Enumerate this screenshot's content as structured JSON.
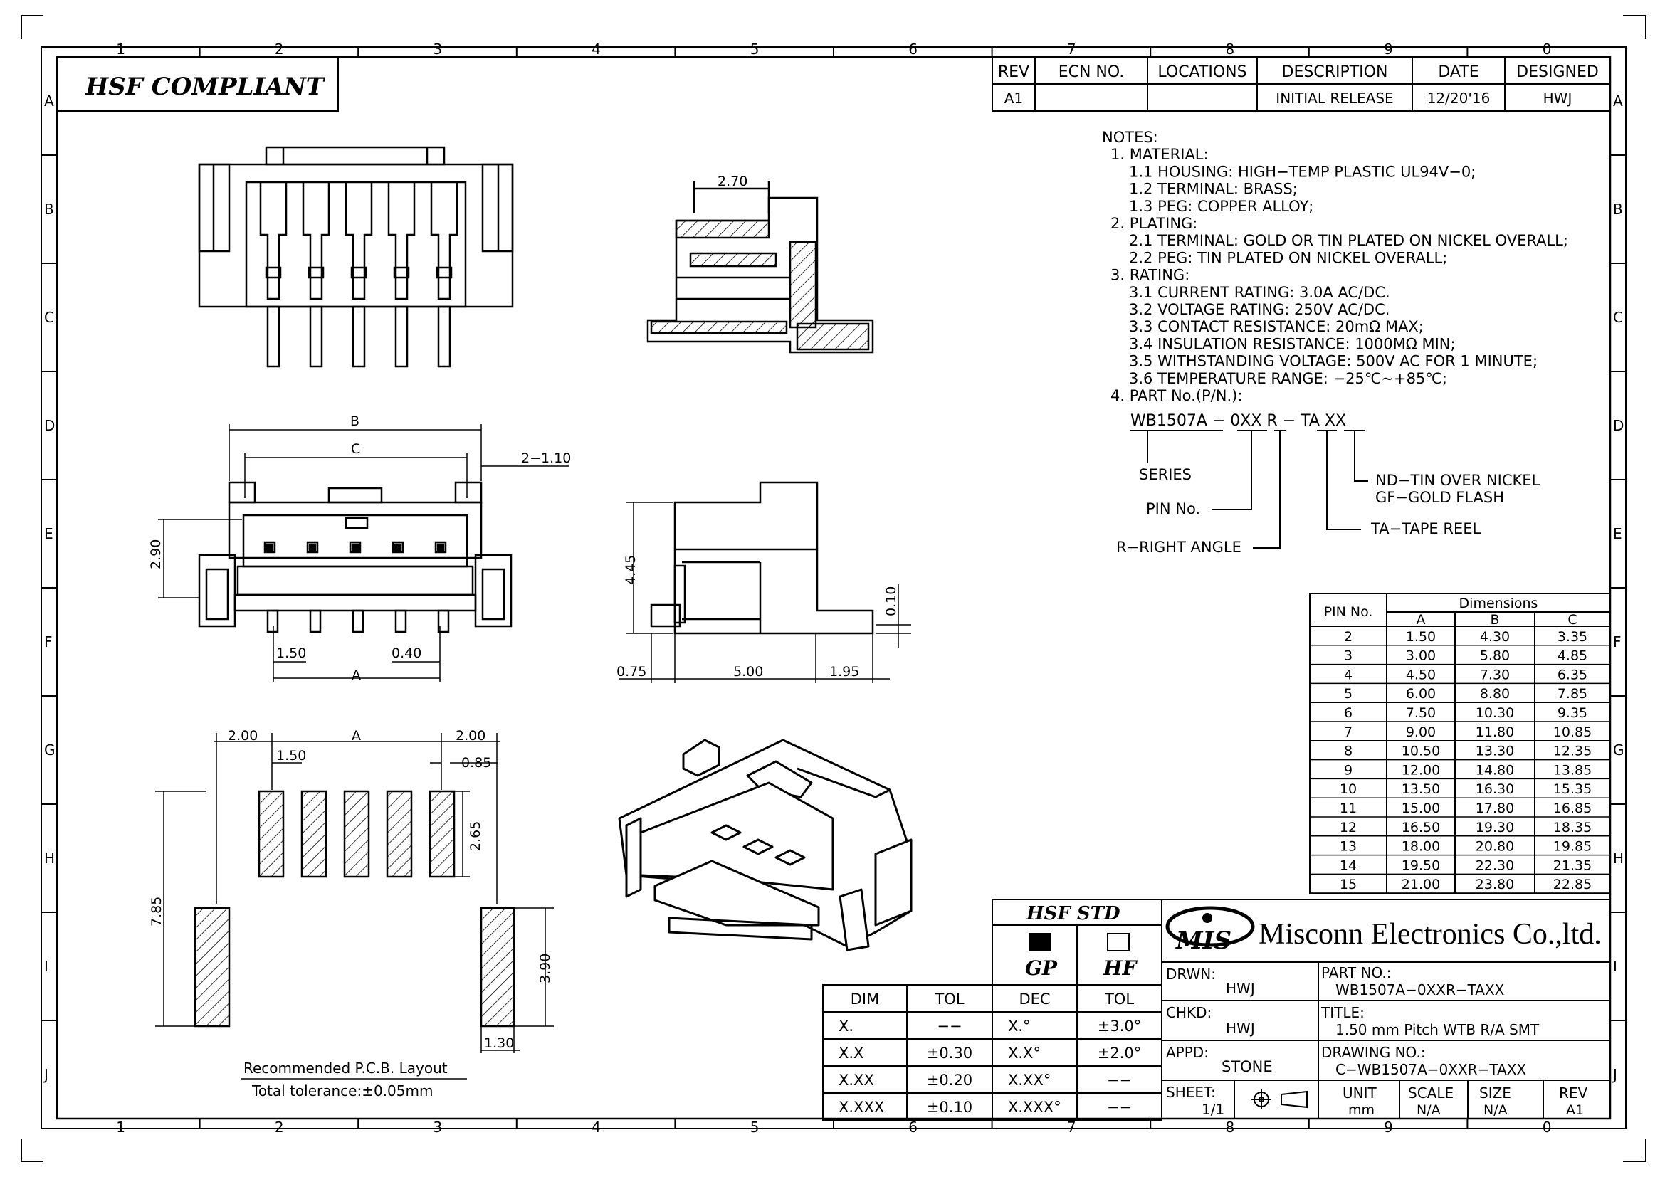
{
  "zone_columns_top": [
    "1",
    "2",
    "3",
    "4",
    "5",
    "6",
    "7",
    "8",
    "9",
    "0"
  ],
  "zone_columns_bottom": [
    "1",
    "2",
    "3",
    "4",
    "5",
    "6",
    "7",
    "8",
    "9",
    "0"
  ],
  "zone_rows": [
    "A",
    "B",
    "C",
    "D",
    "E",
    "F",
    "G",
    "H",
    "I",
    "J"
  ],
  "hsf_banner": "HSF  COMPLIANT",
  "revision_table": {
    "headers": [
      "REV",
      "ECN NO.",
      "LOCATIONS",
      "DESCRIPTION",
      "DATE",
      "DESIGNED"
    ],
    "row": [
      "A1",
      "",
      "",
      "INITIAL RELEASE",
      "12/20'16",
      "HWJ"
    ]
  },
  "notes": [
    "NOTES:",
    "1. MATERIAL:",
    "1.1 HOUSING: HIGH−TEMP PLASTIC UL94V−0;",
    "1.2 TERMINAL: BRASS;",
    "1.3 PEG: COPPER ALLOY;",
    "2. PLATING:",
    "2.1 TERMINAL: GOLD OR TIN PLATED ON NICKEL OVERALL;",
    "2.2 PEG: TIN PLATED ON NICKEL OVERALL;",
    "3. RATING:",
    "3.1 CURRENT RATING: 3.0A AC/DC.",
    "3.2 VOLTAGE RATING: 250V AC/DC.",
    "3.3 CONTACT RESISTANCE: 20mΩ MAX;",
    "3.4 INSULATION RESISTANCE: 1000MΩ MIN;",
    "3.5 WITHSTANDING VOLTAGE: 500V AC FOR 1 MINUTE;",
    "3.6 TEMPERATURE RANGE: −25℃~+85℃;",
    "4. PART No.(P/N.):"
  ],
  "part_number": {
    "code": "WB1507A − 0XX  R − TA  XX",
    "series": "SERIES",
    "pin_no": "PIN No.",
    "right_angle": "R−RIGHT ANGLE",
    "tape_reel": "TA−TAPE REEL",
    "plating_line1": "ND−TIN OVER NICKEL",
    "plating_line2": "GF−GOLD FLASH"
  },
  "dimension_table": {
    "pin_header": "PIN No.",
    "group_header": "Dimensions",
    "col_headers": [
      "A",
      "B",
      "C"
    ],
    "rows": [
      [
        "2",
        "1.50",
        "4.30",
        "3.35"
      ],
      [
        "3",
        "3.00",
        "5.80",
        "4.85"
      ],
      [
        "4",
        "4.50",
        "7.30",
        "6.35"
      ],
      [
        "5",
        "6.00",
        "8.80",
        "7.85"
      ],
      [
        "6",
        "7.50",
        "10.30",
        "9.35"
      ],
      [
        "7",
        "9.00",
        "11.80",
        "10.85"
      ],
      [
        "8",
        "10.50",
        "13.30",
        "12.35"
      ],
      [
        "9",
        "12.00",
        "14.80",
        "13.85"
      ],
      [
        "10",
        "13.50",
        "16.30",
        "15.35"
      ],
      [
        "11",
        "15.00",
        "17.80",
        "16.85"
      ],
      [
        "12",
        "16.50",
        "19.30",
        "18.35"
      ],
      [
        "13",
        "18.00",
        "20.80",
        "19.85"
      ],
      [
        "14",
        "19.50",
        "22.30",
        "21.35"
      ],
      [
        "15",
        "21.00",
        "23.80",
        "22.85"
      ]
    ]
  },
  "front_view_dims": {
    "B": "B",
    "C": "C",
    "pitch_peg": "2−1.10",
    "height": "2.90",
    "pitch": "1.50",
    "pin_width": "0.40",
    "A": "A"
  },
  "top_view_dims": {
    "depth": "2.70"
  },
  "side_view_dims": {
    "height": "4.45",
    "flat": "0.10",
    "left": "0.75",
    "body": "5.00",
    "tab": "1.95"
  },
  "pcb_layout": {
    "left_margin": "2.00",
    "A": "A",
    "right_margin": "2.00",
    "pitch": "1.50",
    "pad_width": "0.85",
    "pad_length": "2.65",
    "overall": "7.85",
    "peg_length": "3.90",
    "peg_width": "1.30",
    "caption": "Recommended P.C.B. Layout",
    "tolerance": "Total tolerance:±0.05mm"
  },
  "tolerance_table": {
    "headers": [
      "DIM",
      "TOL",
      "DEC",
      "TOL"
    ],
    "rows": [
      [
        "X.",
        "−−",
        "X.°",
        "±3.0°"
      ],
      [
        "X.X",
        "±0.30",
        "X.X°",
        "±2.0°"
      ],
      [
        "X.XX",
        "±0.20",
        "X.XX°",
        "−−"
      ],
      [
        "X.XXX",
        "±0.10",
        "X.XXX°",
        "−−"
      ]
    ]
  },
  "hsf_std": {
    "title": "HSF  STD",
    "gp": "GP",
    "hf": "HF"
  },
  "company": {
    "logo": "MIS",
    "name": "Misconn Electronics Co.,ltd."
  },
  "title_block": {
    "drwn_label": "DRWN:",
    "drwn": "HWJ",
    "chkd_label": "CHKD:",
    "chkd": "HWJ",
    "appd_label": "APPD:",
    "appd": "STONE",
    "part_label": "PART NO.:",
    "part": "WB1507A−0XXR−TAXX",
    "title_label": "TITLE:",
    "title": "1.50 mm Pitch WTB R/A SMT",
    "drawing_label": "DRAWING NO.:",
    "drawing": "C−WB1507A−0XXR−TAXX",
    "sheet_label": "SHEET:",
    "sheet": "1/1",
    "unit_label": "UNIT",
    "unit": "mm",
    "scale_label": "SCALE",
    "scale": "N/A",
    "size_label": "SIZE",
    "size": "N/A",
    "rev_label": "REV",
    "rev": "A1"
  }
}
